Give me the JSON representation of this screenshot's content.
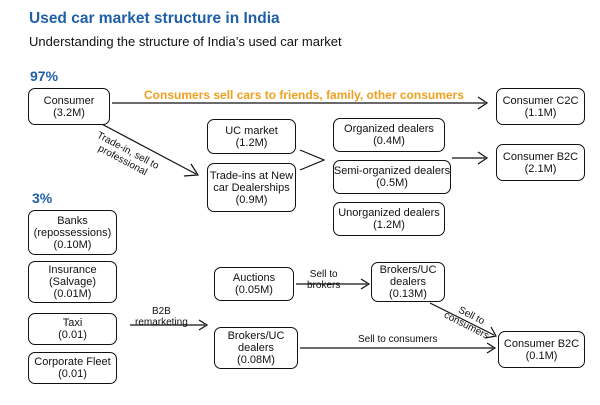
{
  "header": {
    "title": "Used car market structure in India",
    "subtitle": "Understanding the structure of India’s used car market"
  },
  "segments": {
    "consumer_pct": "97%",
    "institutional_pct": "3%"
  },
  "nodes": {
    "consumer": {
      "name": "Consumer",
      "value": "(3.2M)"
    },
    "uc_market": {
      "name": "UC market",
      "value": "(1.2M)"
    },
    "tradeins": {
      "name": "Trade-ins at New",
      "name2": "car Dealerships",
      "value": "(0.9M)"
    },
    "organized": {
      "name": "Organized dealers",
      "value": "(0.4M)"
    },
    "semi_organized": {
      "name": "Semi-organized dealers",
      "value": "(0.5M)"
    },
    "unorganized": {
      "name": "Unorganized dealers",
      "value": "(1.2M)"
    },
    "consumer_c2c": {
      "name": "Consumer C2C",
      "value": "(1.1M)"
    },
    "consumer_b2c": {
      "name": "Consumer B2C",
      "value": "(2.1M)"
    },
    "banks": {
      "name": "Banks",
      "name2": "(repossessions)",
      "value": "(0.10M)"
    },
    "insurance": {
      "name": "Insurance",
      "name2": "(Salvage)",
      "value": "(0.01M)"
    },
    "taxi": {
      "name": "Taxi",
      "value": "(0.01)"
    },
    "fleet": {
      "name": "Corporate Fleet",
      "value": "(0.01)"
    },
    "auctions": {
      "name": "Auctions",
      "value": "(0.05M)"
    },
    "brokers_top": {
      "name": "Brokers/UC",
      "name2": "dealers",
      "value": "(0.13M)"
    },
    "brokers_bottom": {
      "name": "Brokers/UC",
      "name2": "dealers",
      "value": "(0.08M)"
    },
    "consumer_b2c_small": {
      "name": "Consumer B2C",
      "value": "(0.1M)"
    }
  },
  "flows": {
    "c2c_label": "Consumers sell cars to friends, family, other consumers",
    "tradein_label_1": "Trade-in, sell to",
    "tradein_label_2": "professional",
    "b2b_label_1": "B2B",
    "b2b_label_2": "remarketing",
    "sell_brokers_1": "Sell to",
    "sell_brokers_2": "brokers",
    "sell_consumers_diag_1": "Sell to",
    "sell_consumers_diag_2": "consumers",
    "sell_consumers": "Sell to consumers"
  },
  "colors": {
    "title": "#1f5fa8",
    "accent": "#f0a020",
    "line": "#111111"
  }
}
